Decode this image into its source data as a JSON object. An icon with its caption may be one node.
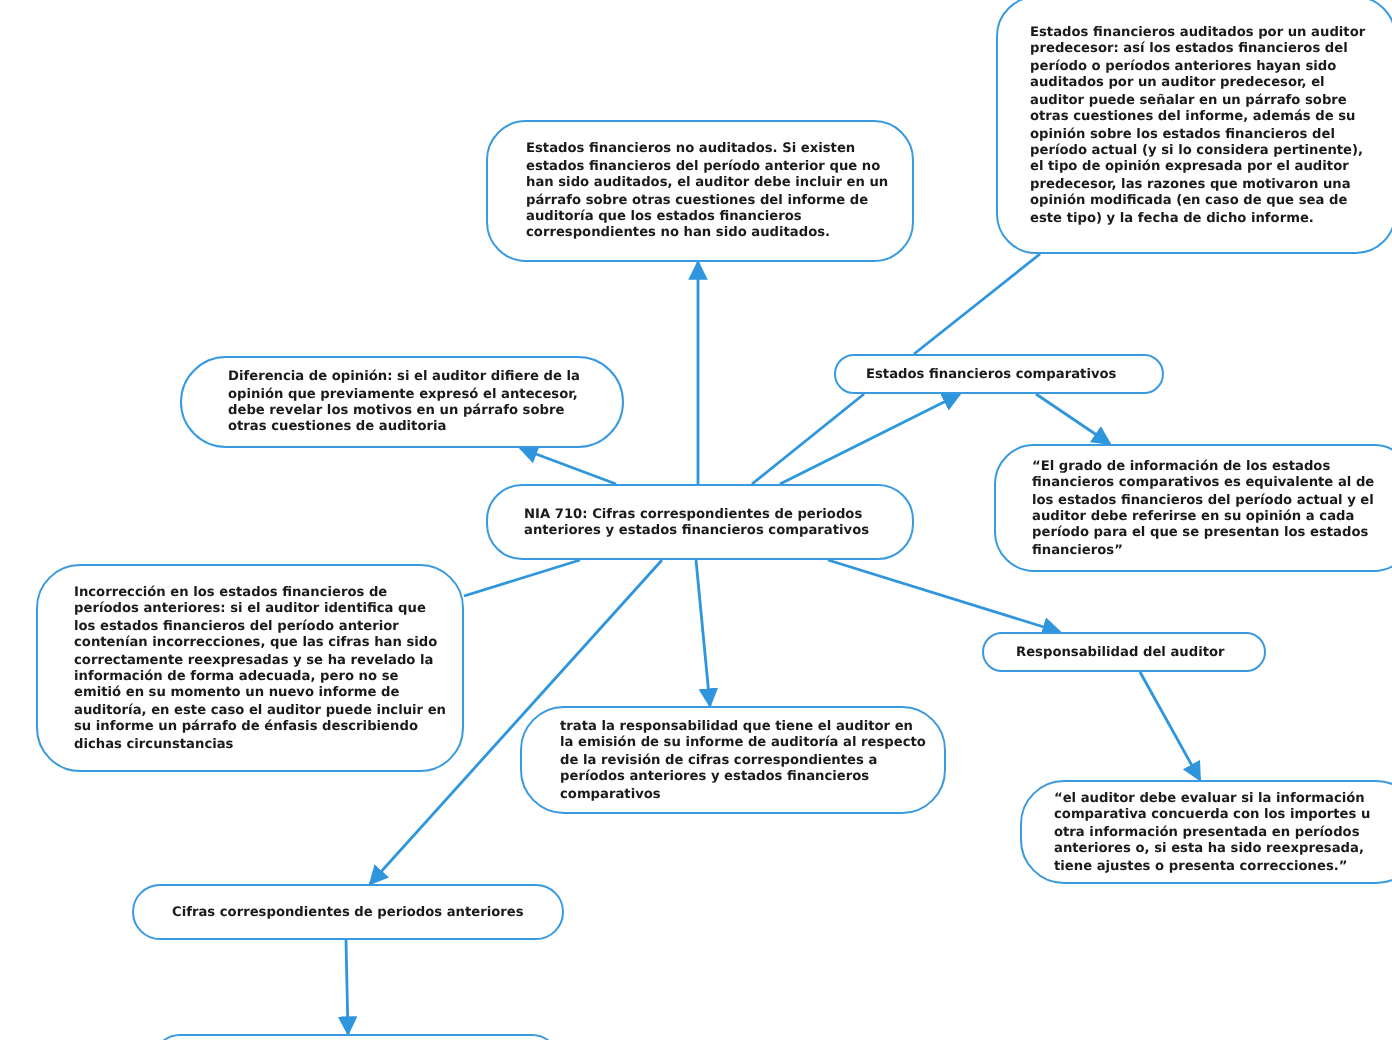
{
  "diagram": {
    "nodes": [
      {
        "text": [
          "NIA 710: Cifras correspondientes de periodos anteriores y estados financieros comparativos"
        ]
      },
      {
        "text": [
          "Estados financieros no auditados. Si existen estados financieros del período anterior que no han sido auditados, el auditor debe incluir en un párrafo sobre otras cuestiones del informe de auditoría que los estados financieros correspondientes no han sido auditados."
        ]
      },
      {
        "text": [
          "Diferencia de opinión: si el auditor difiere de la opinión que previamente expresó el antecesor, debe revelar los motivos en un párrafo sobre otras cuestiones de auditoria"
        ]
      },
      {
        "text": [
          "Estados financieros comparativos"
        ]
      },
      {
        "text": [
          "Estados financieros auditados por un auditor predecesor: así los estados financieros del período o períodos anteriores hayan sido auditados por un auditor predecesor, el auditor puede señalar en un párrafo sobre otras cuestiones del informe, además de su opinión sobre los estados financieros del período actual (y si lo considera pertinente), el tipo de opinión expresada por el auditor predecesor, las razones que motivaron una opinión modificada (en caso de que sea de este tipo) y la fecha de dicho informe."
        ]
      },
      {
        "text": [
          "“El grado de información de los estados financieros comparativos es equivalente al de los estados financieros del período actual y el auditor debe referirse en su opinión a cada período para el que se presentan los estados financieros”"
        ]
      },
      {
        "text": [
          "Incorrección en los estados financieros de períodos anteriores: si el auditor identifica que los estados financieros del período anterior contenían incorrecciones, que las cifras han sido correctamente reexpresadas y se ha revelado la información de forma adecuada, pero no se emitió en su momento un nuevo informe de auditoría, en este caso el auditor puede incluir en su informe un párrafo de énfasis describiendo dichas circunstancias"
        ]
      },
      {
        "text": [
          "trata la responsabilidad que tiene el auditor en la emisión de su informe de auditoría al respecto de la revisión de cifras correspondientes a períodos anteriores y estados financieros comparativos"
        ]
      },
      {
        "text": [
          "Responsabilidad del auditor"
        ]
      },
      {
        "text": [
          "“el auditor debe evaluar si la información comparativa concuerda con los importes u otra información presentada en períodos anteriores o, si esta ha sido reexpresada, tiene ajustes o presenta correcciones.”"
        ]
      },
      {
        "text": [
          "Cifras correspondientes de periodos anteriores"
        ]
      },
      {
        "text": [],
        "shape": "box"
      }
    ],
    "edges": [
      {
        "from": 0,
        "to": 1,
        "arrow": "to"
      },
      {
        "from": 0,
        "to": 2,
        "arrow": "to"
      },
      {
        "from": 0,
        "to": 3,
        "arrow": "none"
      },
      {
        "from": 0,
        "to": 3,
        "arrow": "to"
      },
      {
        "from": 3,
        "to": 4,
        "arrow": "none"
      },
      {
        "from": 3,
        "to": 5,
        "arrow": "to"
      },
      {
        "from": 0,
        "to": 6,
        "arrow": "none"
      },
      {
        "from": 0,
        "to": 7,
        "arrow": "to"
      },
      {
        "from": 0,
        "to": 8,
        "arrow": "to"
      },
      {
        "from": 8,
        "to": 9,
        "arrow": "to"
      },
      {
        "from": 0,
        "to": 10,
        "arrow": "to"
      },
      {
        "from": 10,
        "to": 11,
        "arrow": "to"
      }
    ]
  }
}
